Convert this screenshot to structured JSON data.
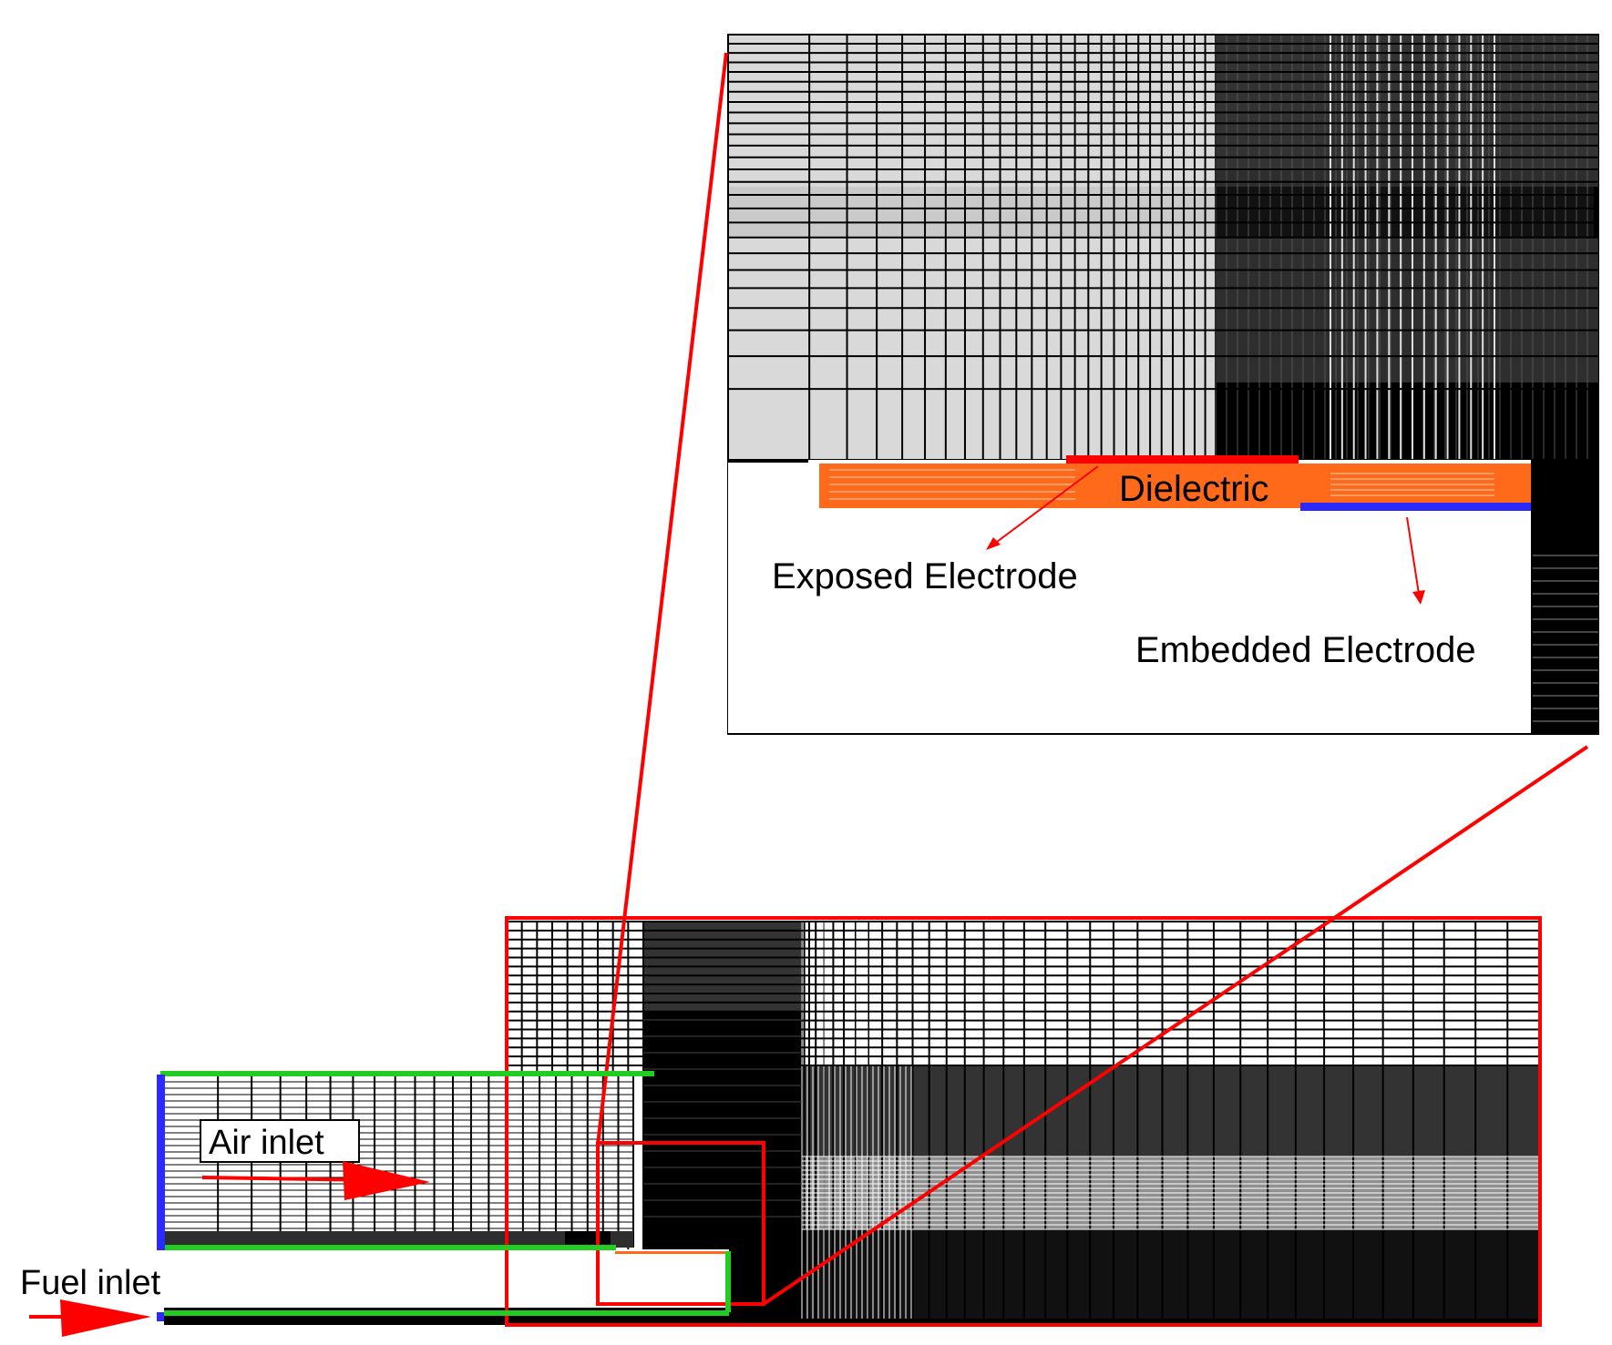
{
  "labels": {
    "air_inlet": "Air inlet",
    "fuel_inlet": "Fuel inlet",
    "dielectric": "Dielectric",
    "exposed_electrode": "Exposed Electrode",
    "embedded_electrode": "Embedded Electrode"
  },
  "colors": {
    "mesh_line": "#000000",
    "dense_mesh": "#2e2e2e",
    "zoom_background": "#d9d9d9",
    "highlight_red": "#ff0000",
    "wall_green": "#22cc22",
    "inlet_blue": "#2a2aff",
    "dielectric_orange": "#ff6a1a"
  }
}
